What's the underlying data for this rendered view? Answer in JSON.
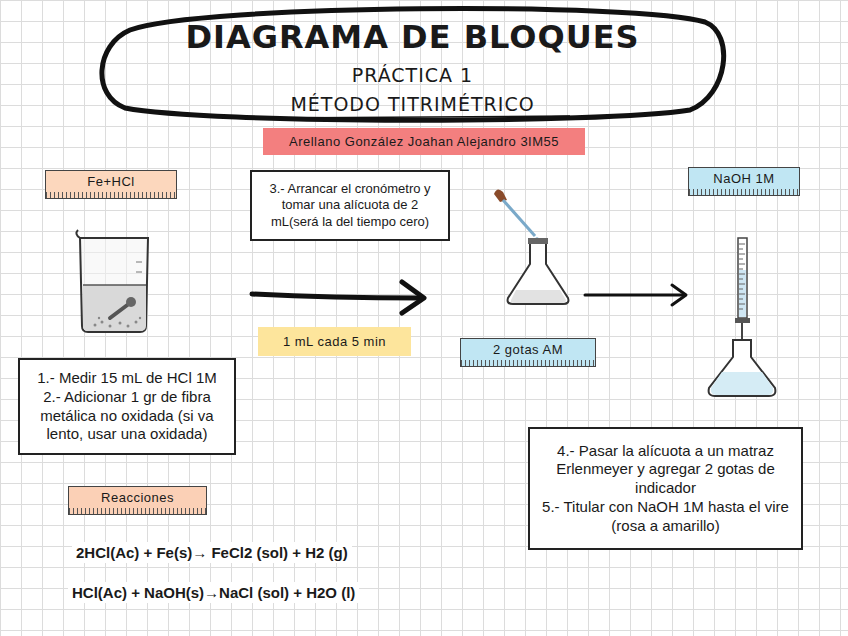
{
  "diagram": {
    "title": "DIAGRAMA DE BLOQUES",
    "nodes": [
      {
        "text": [
          "Arellano González Joahan Alejandro 3IM55"
        ]
      },
      {
        "text": [
          "Fe+HCl"
        ]
      },
      {
        "text": [
          "3.- Arrancar el cronómetro y tomar una alícuota de 2 mL(será la del tiempo cero)"
        ]
      },
      {
        "text": [
          "NaOH 1M"
        ]
      },
      {
        "text": [
          "1 mL cada 5 min"
        ]
      },
      {
        "text": [
          "2 gotas AM"
        ]
      },
      {
        "text": [
          "1.- Medir 15 mL de HCl 1M",
          "2.- Adicionar 1 gr de fibra metálica no oxidada (si va lento, usar una oxidada)"
        ]
      },
      {
        "text": [
          "4.- Pasar la alícuota a un matraz Erlenmeyer y agregar 2 gotas de indicador",
          "5.- Titular con NaOH 1M hasta el vire (rosa a amarillo)"
        ]
      },
      {
        "text": [
          "Reacciones"
        ]
      }
    ],
    "labels": [
      "PRÁCTICA 1",
      "MÉTODO TITRIMÉTRICO",
      "2HCl(Ac) + Fe(s)→ FeCl2 (sol) + H2 (g)",
      "HCl(Ac) + NaOH(s)→NaCl (sol) + H2O (l)"
    ]
  }
}
